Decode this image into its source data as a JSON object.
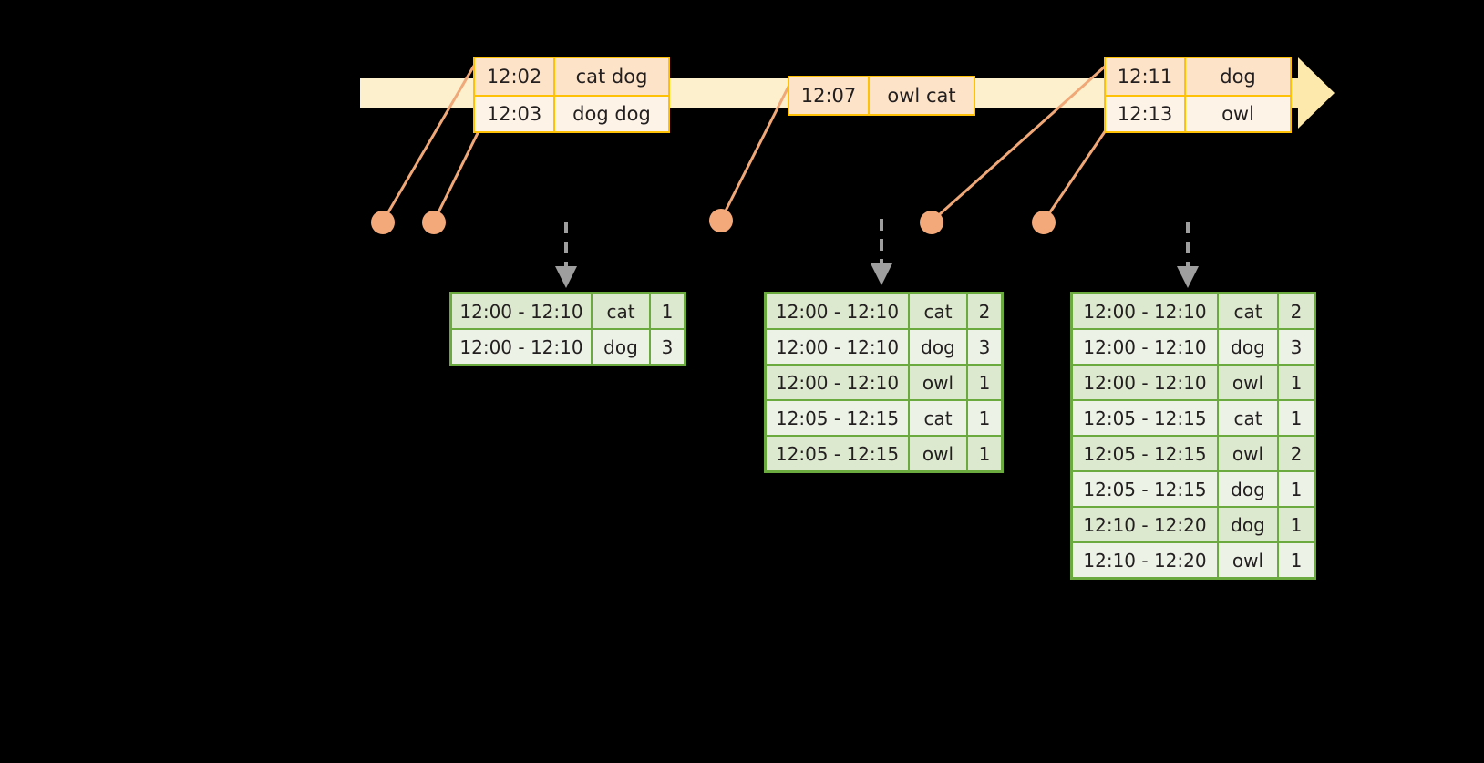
{
  "timeline": {
    "events": [
      {
        "id": "event-group-1",
        "rows": [
          {
            "time": "12:02",
            "words": "cat dog"
          },
          {
            "time": "12:03",
            "words": "dog dog"
          }
        ]
      },
      {
        "id": "event-group-2",
        "rows": [
          {
            "time": "12:07",
            "words": "owl cat"
          }
        ]
      },
      {
        "id": "event-group-3",
        "rows": [
          {
            "time": "12:11",
            "words": "dog"
          },
          {
            "time": "12:13",
            "words": "owl"
          }
        ]
      }
    ]
  },
  "tables": [
    {
      "id": "result-table-1",
      "rows": [
        {
          "window": "12:00 - 12:10",
          "key": "cat",
          "count": "1"
        },
        {
          "window": "12:00 - 12:10",
          "key": "dog",
          "count": "3"
        }
      ]
    },
    {
      "id": "result-table-2",
      "rows": [
        {
          "window": "12:00 - 12:10",
          "key": "cat",
          "count": "2"
        },
        {
          "window": "12:00 - 12:10",
          "key": "dog",
          "count": "3"
        },
        {
          "window": "12:00 - 12:10",
          "key": "owl",
          "count": "1"
        },
        {
          "window": "12:05 - 12:15",
          "key": "cat",
          "count": "1"
        },
        {
          "window": "12:05 - 12:15",
          "key": "owl",
          "count": "1"
        }
      ]
    },
    {
      "id": "result-table-3",
      "rows": [
        {
          "window": "12:00 - 12:10",
          "key": "cat",
          "count": "2"
        },
        {
          "window": "12:00 - 12:10",
          "key": "dog",
          "count": "3"
        },
        {
          "window": "12:00 - 12:10",
          "key": "owl",
          "count": "1"
        },
        {
          "window": "12:05 - 12:15",
          "key": "cat",
          "count": "1"
        },
        {
          "window": "12:05 - 12:15",
          "key": "owl",
          "count": "2"
        },
        {
          "window": "12:05 - 12:15",
          "key": "dog",
          "count": "1"
        },
        {
          "window": "12:10 - 12:20",
          "key": "dog",
          "count": "1"
        },
        {
          "window": "12:10 - 12:20",
          "key": "owl",
          "count": "1"
        }
      ]
    }
  ],
  "colors": {
    "background": "#000000",
    "timeline_bar": "#fdf0cd",
    "timeline_arrow": "#fde9ab",
    "event_border": "#ffc107",
    "event_fill_shade": "#fde3c8",
    "event_fill_plain": "#fdf3e7",
    "table_border": "#6aaa3f",
    "table_fill_shade": "#dde9cf",
    "table_fill_plain": "#edf2e7",
    "connector": "#f0a878",
    "arrow_dashed": "#9e9e9e"
  }
}
